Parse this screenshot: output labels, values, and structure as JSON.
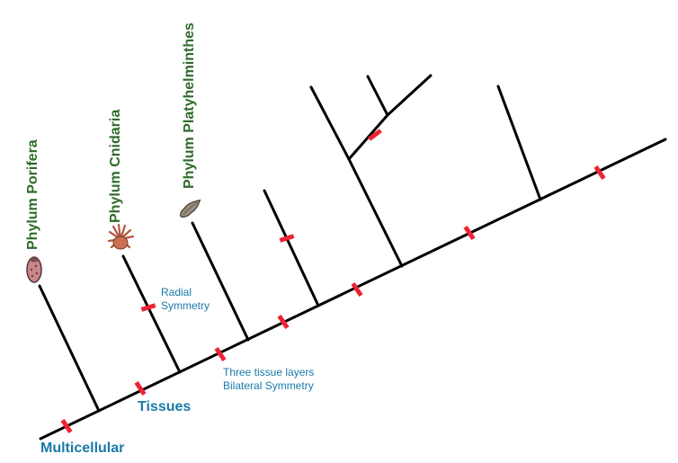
{
  "phyla": {
    "porifera": "Phylum Porifera",
    "cnidaria": "Phylum Cnidaria",
    "platyhelminthes": "Phylum Platyhelminthes"
  },
  "traits": {
    "multicellular": "Multicellular",
    "tissues": "Tissues",
    "radial_line1": "Radial",
    "radial_line2": "Symmetry",
    "three_line1": "Three tissue layers",
    "three_line2": "Bilateral Symmetry"
  },
  "colors": {
    "branch": "#000000",
    "marker": "#ee2233",
    "phylum_text": "#2e6b2a",
    "trait_text": "#1a7aa8"
  },
  "icons": {
    "porifera": "sponge-icon",
    "cnidaria": "sea-anemone-icon",
    "platyhelminthes": "flatworm-icon"
  }
}
